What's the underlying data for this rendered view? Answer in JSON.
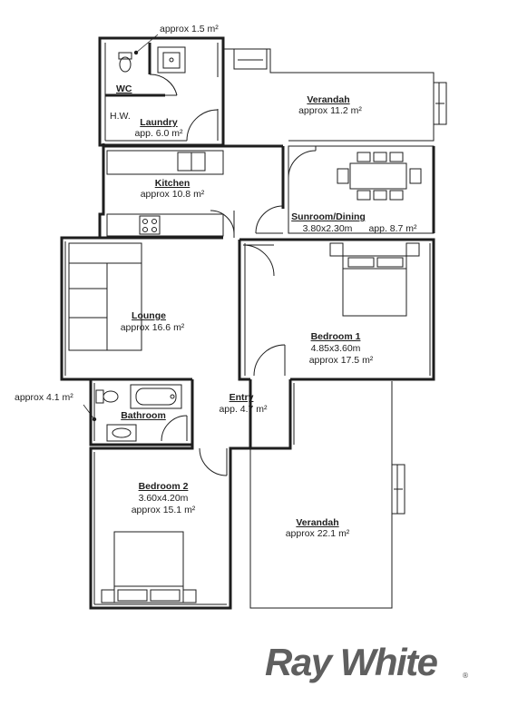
{
  "rooms": {
    "wc": {
      "name": "WC",
      "area": "approx 1.5 m²"
    },
    "hw": {
      "label": "H.W."
    },
    "laundry": {
      "name": "Laundry",
      "area": "app. 6.0 m²"
    },
    "verandah_top": {
      "name": "Verandah",
      "area": "approx 11.2 m²"
    },
    "kitchen": {
      "name": "Kitchen",
      "area": "approx 10.8 m²"
    },
    "sunroom": {
      "name": "Sunroom/Dining",
      "dims": "3.80x2.30m",
      "area": "app. 8.7 m²"
    },
    "lounge": {
      "name": "Lounge",
      "area": "approx 16.6 m²"
    },
    "bedroom1": {
      "name": "Bedroom 1",
      "dims": "4.85x3.60m",
      "area": "approx 17.5 m²"
    },
    "bathroom": {
      "name": "Bathroom",
      "area": "approx 4.1 m²"
    },
    "entry": {
      "name": "Entry",
      "area": "app. 4.7 m²"
    },
    "bedroom2": {
      "name": "Bedroom 2",
      "dims": "3.60x4.20m",
      "area": "approx 15.1 m²"
    },
    "verandah_bottom": {
      "name": "Verandah",
      "area": "approx 22.1 m²"
    }
  },
  "brand": {
    "name": "Ray White",
    "mark": "®"
  }
}
